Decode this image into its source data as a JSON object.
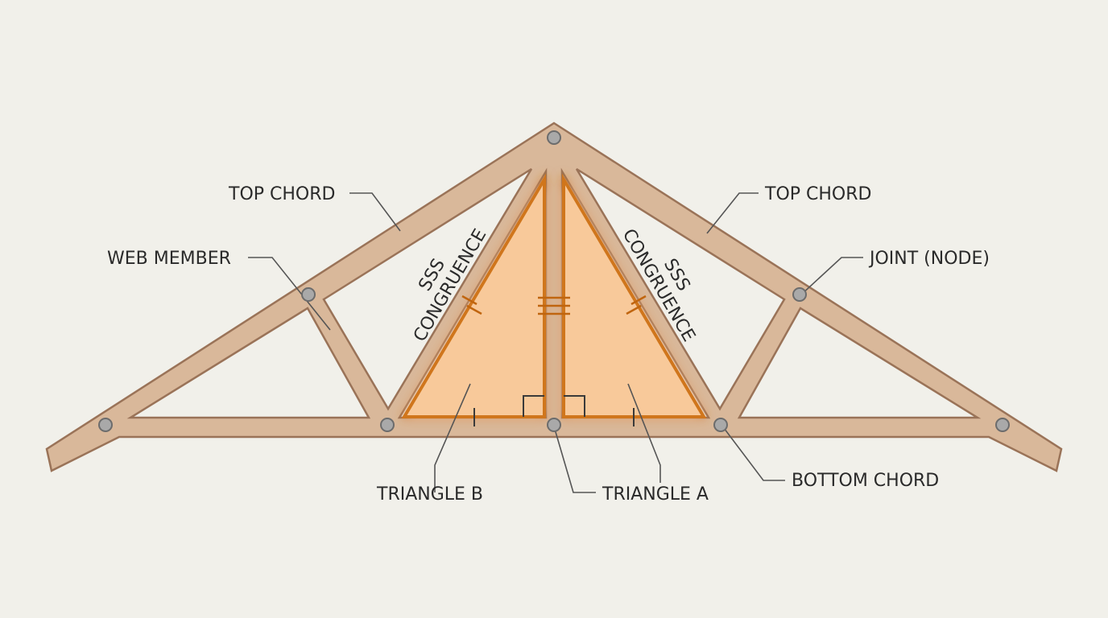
{
  "labels": {
    "top_chord_left": "TOP CHORD",
    "top_chord_right": "TOP CHORD",
    "web_member": "WEB MEMBER",
    "joint_node": "JOINT (NODE)",
    "bottom_chord": "BOTTOM CHORD",
    "triangle_b": "TRIANGLE B",
    "triangle_a": "TRIANGLE A"
  },
  "congruence": {
    "left_line1": "SSS",
    "left_line2": "CONGRUENCE",
    "right_line1": "SSS",
    "right_line2": "CONGRUENCE"
  },
  "colors": {
    "background": "#f1f0ea",
    "wood": "#d9b89a",
    "wood_edge": "#9a7358",
    "triangle_highlight": "#f8c99a",
    "triangle_outline": "#d0761f",
    "joint": "#a9a9a9"
  }
}
